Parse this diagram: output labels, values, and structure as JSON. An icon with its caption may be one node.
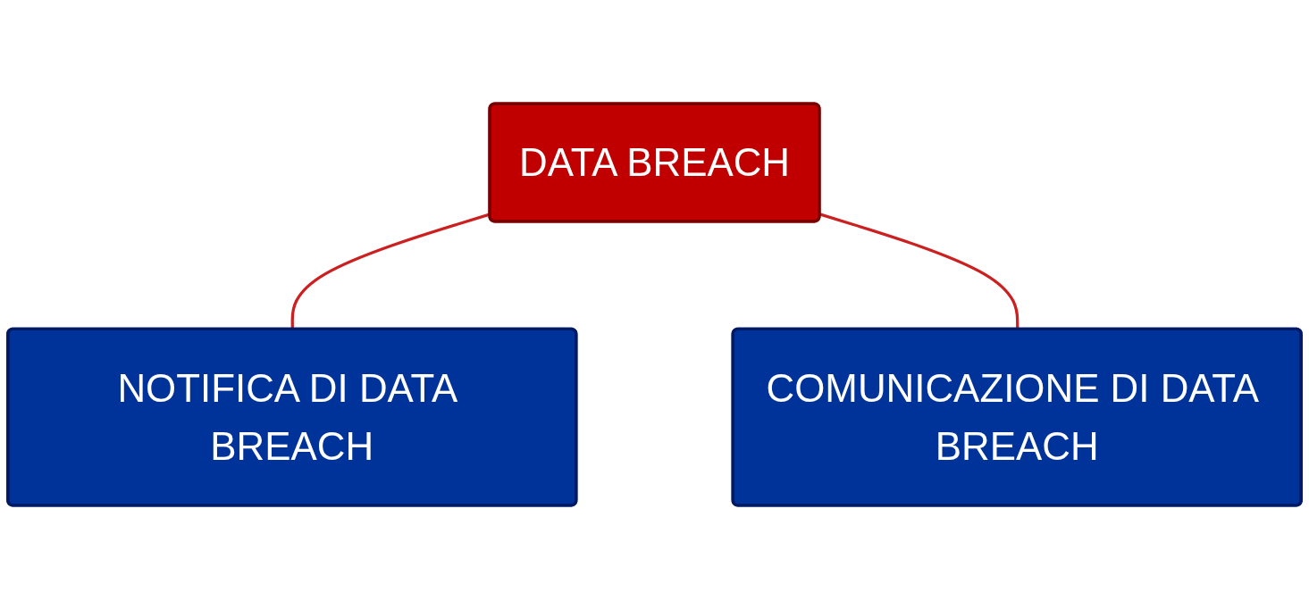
{
  "diagram": {
    "nodes": [
      {
        "text": [
          "DATA BREACH"
        ]
      },
      {
        "text": [
          "NOTIFICA DI DATA BREACH"
        ]
      },
      {
        "text": [
          "COMUNICAZIONE DI DATA BREACH"
        ]
      }
    ],
    "edges": [
      {
        "from": 0,
        "to": 1,
        "arrow": "none",
        "color": "#cc2020"
      },
      {
        "from": 0,
        "to": 2,
        "arrow": "none",
        "color": "#cc2020"
      }
    ]
  }
}
